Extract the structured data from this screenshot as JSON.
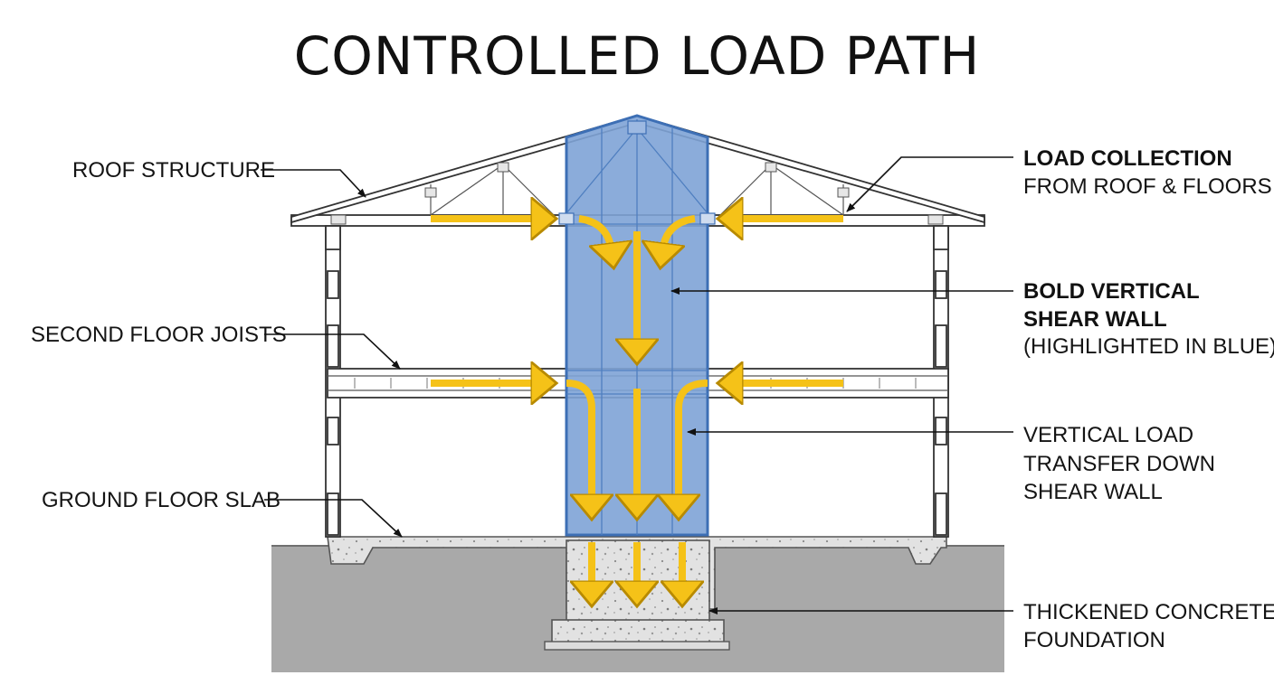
{
  "title": "CONTROLLED LOAD PATH",
  "labels": {
    "roof_structure": "ROOF STRUCTURE",
    "second_floor_joists": "SECOND FLOOR JOISTS",
    "ground_floor_slab": "GROUND FLOOR SLAB",
    "load_collection": [
      "LOAD COLLECTION",
      "FROM ROOF & FLOORS"
    ],
    "shear_wall": [
      "BOLD VERTICAL",
      "SHEAR WALL",
      "(HIGHLIGHTED IN BLUE)"
    ],
    "vertical_transfer": [
      "VERTICAL LOAD",
      "TRANSFER DOWN",
      "SHEAR WALL"
    ],
    "foundation": [
      "THICKENED CONCRETE",
      "FOUNDATION"
    ]
  },
  "colors": {
    "shear_wall": "#7ea3d6",
    "shear_wall_edge": "#3d6fb5",
    "load_arrow": "#f5c218",
    "load_arrow_edge": "#b88a00",
    "ground": "#a9a9a9",
    "concrete": "#e2e2e2"
  }
}
